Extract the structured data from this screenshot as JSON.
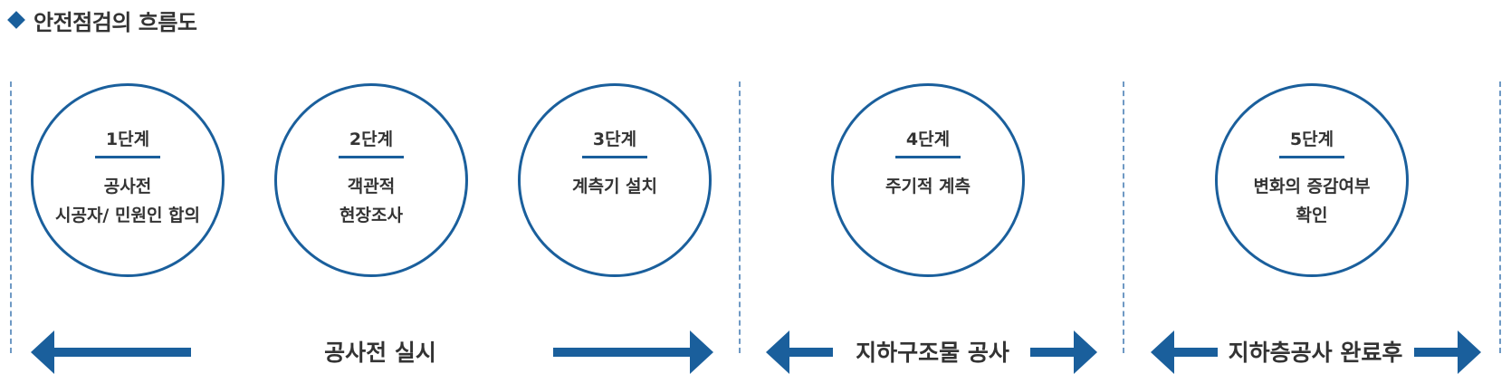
{
  "title": "안전점검의 흐름도",
  "colors": {
    "accent": "#1a5f9c",
    "divider": "#6e99c4",
    "text": "#333333"
  },
  "steps": [
    {
      "label": "1단계",
      "desc_line1": "공사전",
      "desc_line2": "시공자/ 민원인 합의"
    },
    {
      "label": "2단계",
      "desc_line1": "객관적",
      "desc_line2": "현장조사"
    },
    {
      "label": "3단계",
      "desc_line1": "계측기 설치",
      "desc_line2": ""
    },
    {
      "label": "4단계",
      "desc_line1": "주기적 계측",
      "desc_line2": ""
    },
    {
      "label": "5단계",
      "desc_line1": "변화의 증감여부",
      "desc_line2": "확인"
    }
  ],
  "phases": [
    {
      "label": "공사전 실시"
    },
    {
      "label": "지하구조물 공사"
    },
    {
      "label": "지하층공사 완료후"
    }
  ]
}
